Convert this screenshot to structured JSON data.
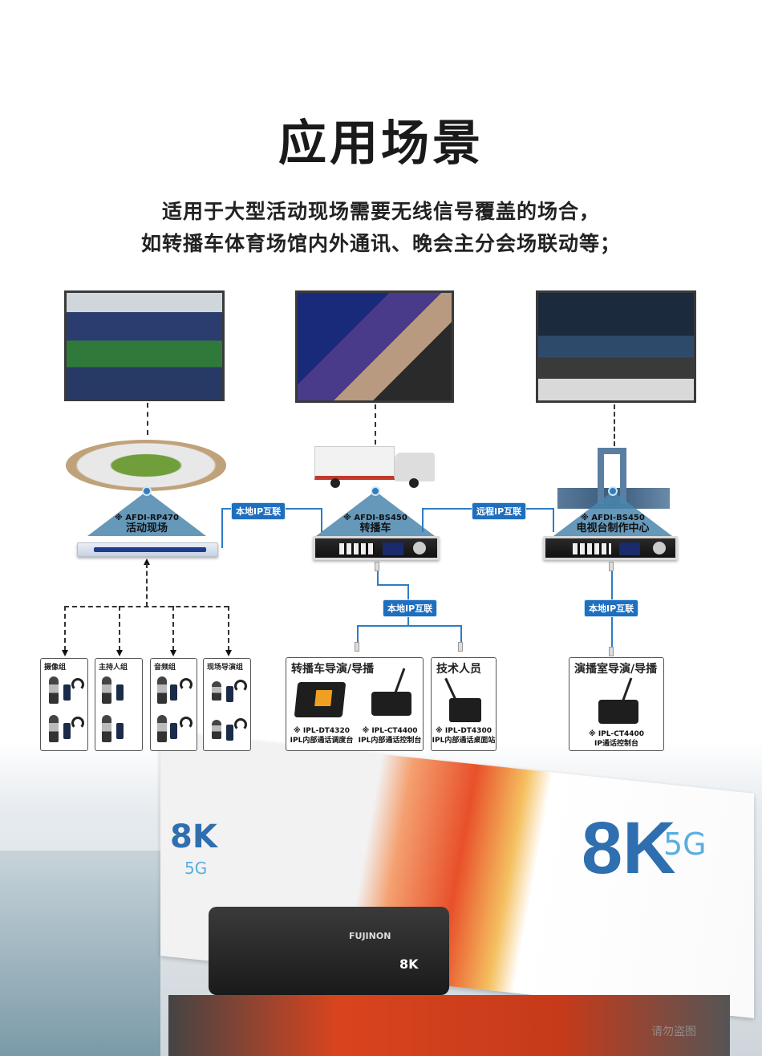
{
  "header": {
    "title": "应用场景",
    "subtitle_lines": [
      "适用于大型活动现场需要无线信号覆盖的场合，",
      "如转播车体育场馆内外通讯、晚会主分会场联动等；"
    ]
  },
  "scenes": [
    {
      "model": "※ AFDI-RP470",
      "name": "活动现场"
    },
    {
      "model": "※ AFDI-BS450",
      "name": "转播车"
    },
    {
      "model": "※ AFDI-BS450",
      "name": "电视台制作中心"
    }
  ],
  "links": {
    "local1": "本地IP互联",
    "remote": "远程IP互联",
    "local2": "本地IP互联",
    "local3": "本地IP互联"
  },
  "field_groups": [
    "摄像组",
    "主持人组",
    "音频组",
    "现场导演组"
  ],
  "stations": [
    {
      "title": "转播车导演/导播",
      "items": [
        {
          "model": "※ IPL-DT4320",
          "desc": "IPL内部通话调度台"
        },
        {
          "model": "※ IPL-CT4400",
          "desc": "IPL内部通话控制台"
        }
      ]
    },
    {
      "title": "技术人员",
      "items": [
        {
          "model": "※ IPL-DT4300",
          "desc": "IPL内部通话桌面站"
        }
      ]
    },
    {
      "title": "演播室导演/导播",
      "items": [
        {
          "model": "※ IPL-CT4400",
          "desc": "IP通话控制台"
        }
      ]
    }
  ],
  "photo": {
    "truck_logo": "8K",
    "truck_5g": "5G",
    "camera_brand": "FUJINON",
    "camera_8k": "8K",
    "watermark": "请勿盗图"
  },
  "colors": {
    "link_blue": "#1f6fbf",
    "triangle": "#4a86ad"
  }
}
